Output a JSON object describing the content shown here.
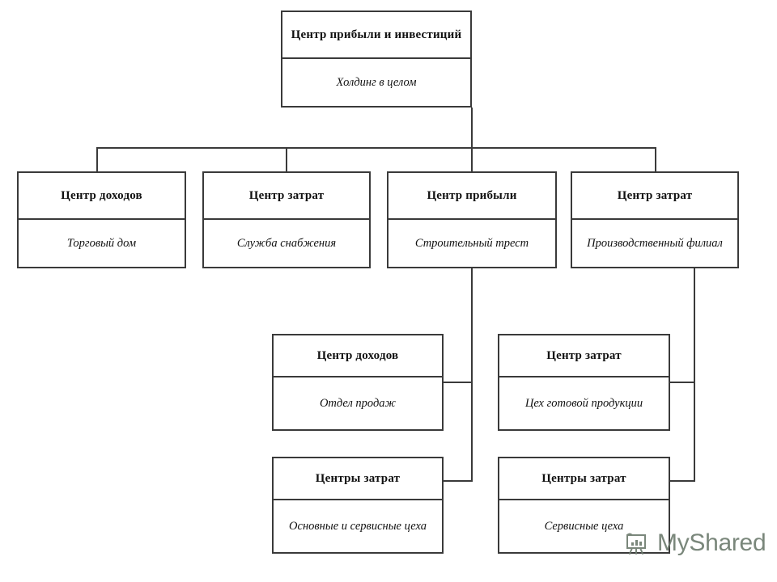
{
  "diagram": {
    "title_text": "Центр прибыли и инвестиций",
    "type": "organizational-chart",
    "line_color": "#3a3a3a",
    "background_color": "#ffffff",
    "nodes": {
      "root": {
        "head": "Центр прибыли и инвестиций",
        "body": "Холдинг в целом"
      },
      "l2": [
        {
          "head": "Центр доходов",
          "body": "Торговый дом"
        },
        {
          "head": "Центр затрат",
          "body": "Служба снабжения"
        },
        {
          "head": "Центр прибыли",
          "body": "Строительный трест"
        },
        {
          "head": "Центр затрат",
          "body": "Производственный филиал"
        }
      ],
      "l3_left": {
        "head": "Центр доходов",
        "body": "Отдел продаж"
      },
      "l3_right": {
        "head": "Центр затрат",
        "body": "Цех готовой продукции"
      },
      "l4_left": {
        "head": "Центры затрат",
        "body": "Основные и сервисные цеха"
      },
      "l4_right": {
        "head": "Центры затрат",
        "body": "Сервисные цеха"
      }
    }
  },
  "watermark": {
    "label": "MyShared",
    "icon": "flipchart-icon",
    "color": "#6f7d70"
  }
}
